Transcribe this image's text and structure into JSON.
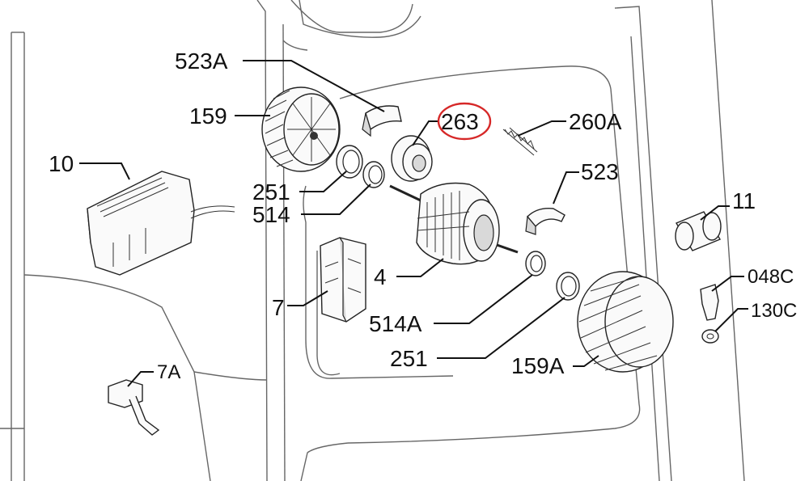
{
  "labels": {
    "l523A": "523A",
    "l159": "159",
    "l263": "263",
    "l260A": "260A",
    "l10": "10",
    "l251a": "251",
    "l514": "514",
    "l523": "523",
    "l11": "11",
    "l4": "4",
    "l7": "7",
    "l048C": "048C",
    "l514A": "514A",
    "l130C": "130C",
    "l251b": "251",
    "l159A": "159A",
    "l7A": "7A"
  },
  "highlight": {
    "color": "#d62828",
    "target": "263"
  },
  "colors": {
    "line": "#111111",
    "cabinet": "#666666"
  }
}
